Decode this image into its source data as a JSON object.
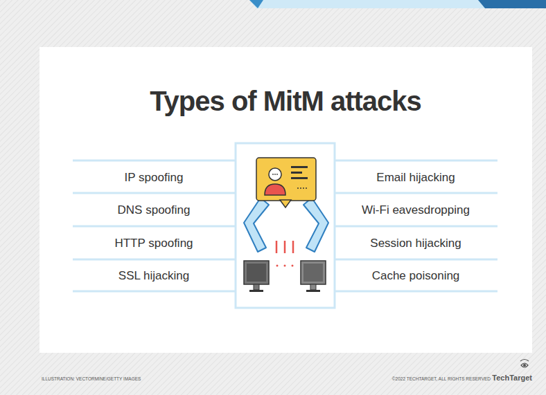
{
  "diagram": {
    "title": "Types of MitM attacks",
    "labels": [
      "IP spoofing",
      "DNS spoofing",
      "HTTP spoofing",
      "SSL hijacking",
      "Email hijacking",
      "Wi-Fi eavesdropping",
      "Session hijacking",
      "Cache poisoning",
      "ILLUSTRATION: VECTORMINE/GETTY IMAGES",
      "©2022 TECHTARGET, ALL RIGHTS RESERVED",
      "TechTarget"
    ]
  }
}
